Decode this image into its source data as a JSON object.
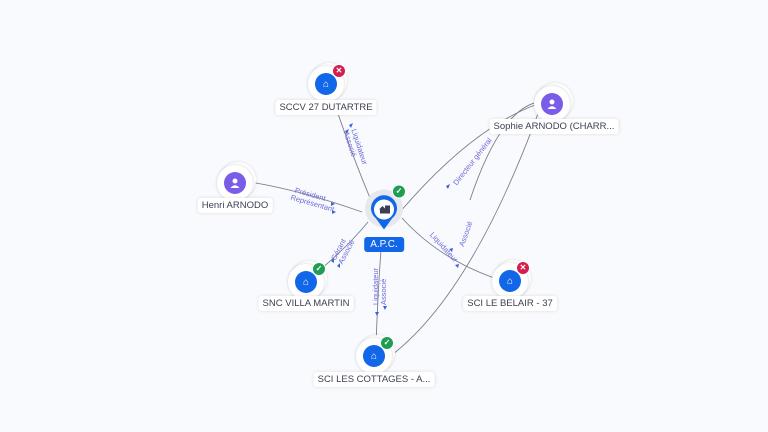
{
  "center": {
    "name": "A.P.C.",
    "type": "company",
    "status": "active",
    "icon": "building-icon"
  },
  "nodes": [
    {
      "id": "sccv",
      "name": "SCCV 27 DUTARTRE",
      "type": "company",
      "status": "closed",
      "icon": "building-icon",
      "badge": "✕"
    },
    {
      "id": "henri",
      "name": "Henri ARNODO",
      "type": "person",
      "icon": "person-icon"
    },
    {
      "id": "sophie",
      "name": "Sophie ARNODO (CHARR...",
      "type": "person",
      "icon": "person-icon"
    },
    {
      "id": "villa",
      "name": "SNC VILLA MARTIN",
      "type": "company",
      "status": "active",
      "icon": "building-icon",
      "badge": "✓"
    },
    {
      "id": "belair",
      "name": "SCI LE BELAIR - 37",
      "type": "company",
      "status": "closed",
      "icon": "building-icon",
      "badge": "✕"
    },
    {
      "id": "cottages",
      "name": "SCI LES COTTAGES - A...",
      "type": "company",
      "status": "active",
      "icon": "building-icon",
      "badge": "✓"
    }
  ],
  "edges": [
    {
      "from": "sccv",
      "to": "center",
      "roles": [
        "Liquidateur",
        "Associé"
      ]
    },
    {
      "from": "henri",
      "to": "center",
      "roles": [
        "Président",
        "Représentant"
      ]
    },
    {
      "from": "sophie",
      "to": "center",
      "roles": [
        "Directeur général"
      ]
    },
    {
      "from": "sophie",
      "to": "cottages",
      "roles": [
        "Associé"
      ]
    },
    {
      "from": "villa",
      "to": "center",
      "roles": [
        "Gérant",
        "Associé"
      ]
    },
    {
      "from": "belair",
      "to": "center",
      "roles": [
        "Liquidateur"
      ]
    },
    {
      "from": "cottages",
      "to": "center",
      "roles": [
        "Liquidateur",
        "Associé"
      ]
    }
  ],
  "colors": {
    "company": "#1167e8",
    "person": "#7b5ce8",
    "active": "#1f9d55",
    "closed": "#d31f4f",
    "edge": "#6b7080",
    "edge_label": "#6b6ad8"
  }
}
